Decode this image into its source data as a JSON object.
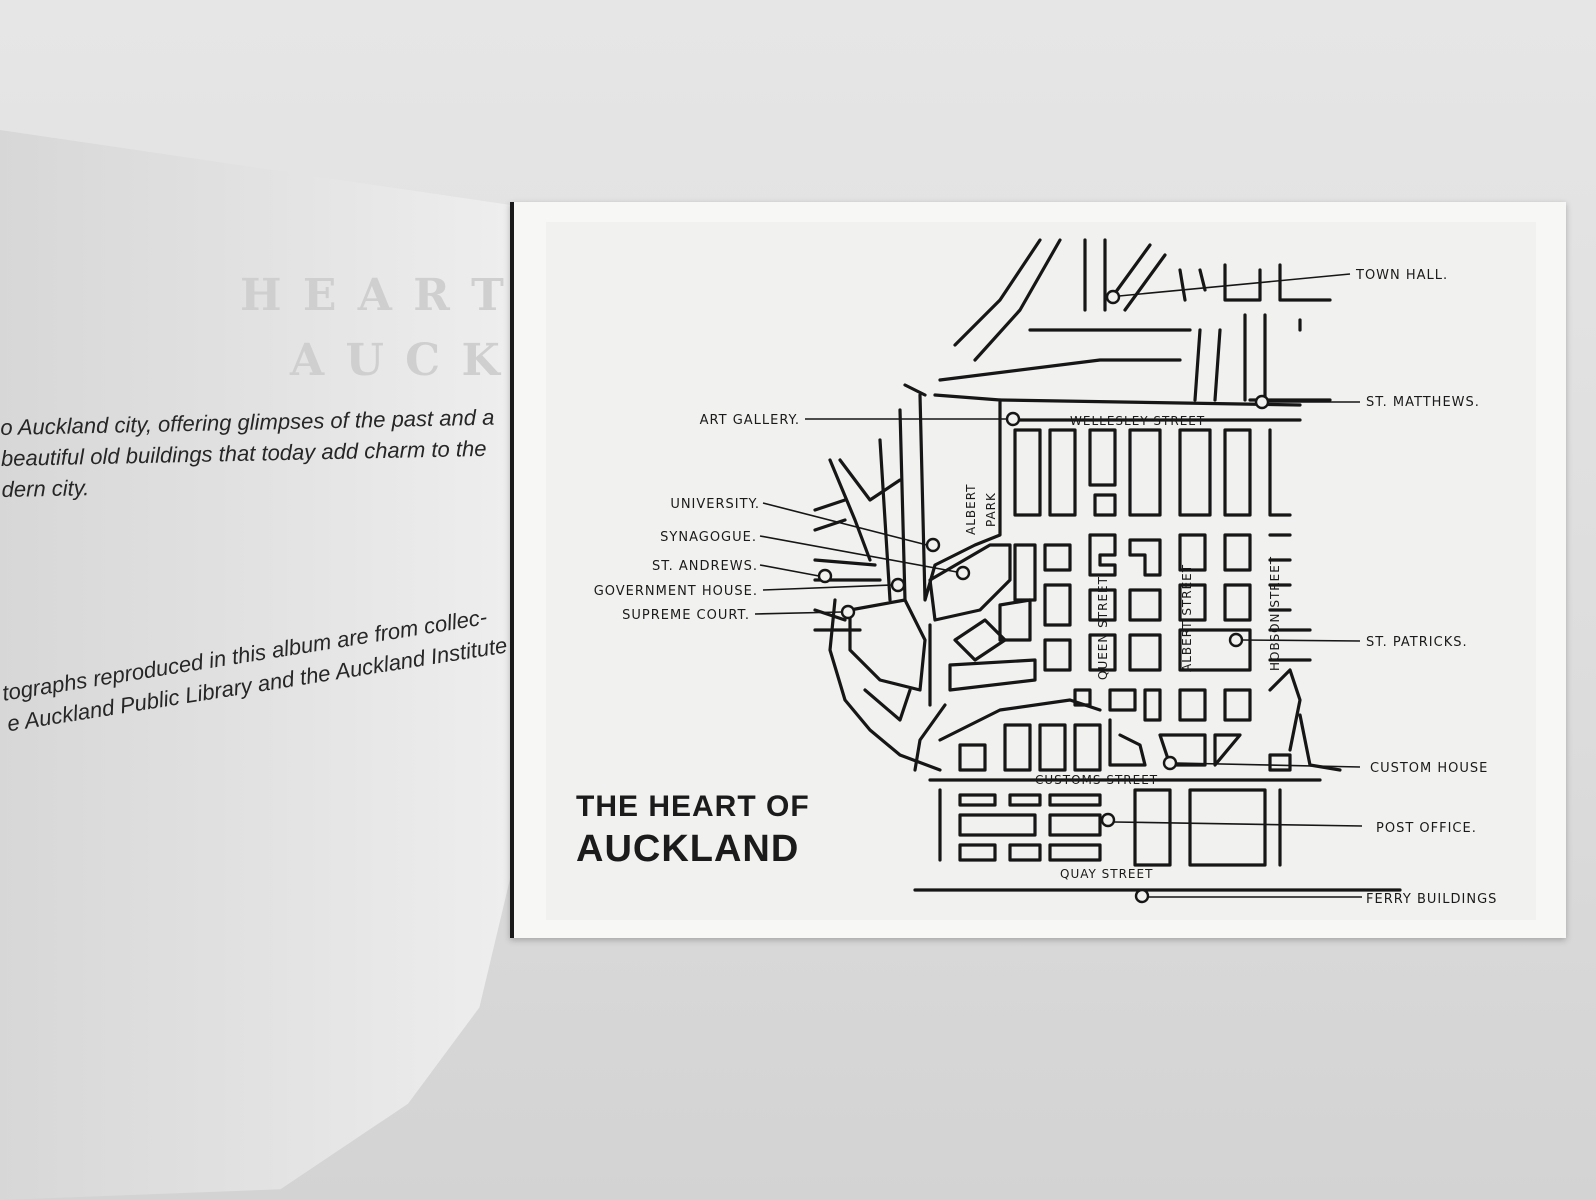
{
  "left_page": {
    "intro_lines": [
      "o Auckland city, offering glimpses of the past and a",
      "beautiful old buildings that today add charm to the",
      "dern city."
    ],
    "credit_lines": [
      "tographs reproduced in this album are from collec-",
      "e Auckland Public Library and the Auckland Institute"
    ]
  },
  "map": {
    "title_line1": "THE HEART OF",
    "title_line2": "AUCKLAND",
    "streets": {
      "wellesley": "WELLESLEY STREET",
      "customs": "CUSTOMS STREET",
      "quay": "QUAY STREET",
      "queen": "QUEEN STREET",
      "albert": "ALBERT STREET",
      "hobson": "HOBSON STREET",
      "albert_park": "ALBERT PARK"
    },
    "landmarks_left": [
      {
        "id": "art-gallery",
        "label": "ART GALLERY."
      },
      {
        "id": "university",
        "label": "UNIVERSITY."
      },
      {
        "id": "synagogue",
        "label": "SYNAGOGUE."
      },
      {
        "id": "st-andrews",
        "label": "ST. ANDREWS."
      },
      {
        "id": "government-house",
        "label": "GOVERNMENT HOUSE."
      },
      {
        "id": "supreme-court",
        "label": "SUPREME COURT."
      }
    ],
    "landmarks_right": [
      {
        "id": "town-hall",
        "label": "TOWN HALL."
      },
      {
        "id": "st-matthews",
        "label": "ST. MATTHEWS."
      },
      {
        "id": "st-patricks",
        "label": "ST. PATRICKS."
      },
      {
        "id": "custom-house",
        "label": "CUSTOM HOUSE"
      },
      {
        "id": "post-office",
        "label": "POST OFFICE."
      },
      {
        "id": "ferry-buildings",
        "label": "FERRY BUILDINGS"
      }
    ]
  }
}
